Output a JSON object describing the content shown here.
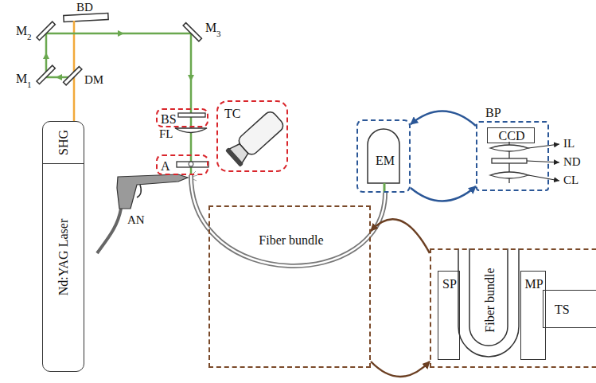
{
  "diagram": {
    "nodes": [
      {
        "text": [
          "SHG",
          "Nd:YAG Laser"
        ]
      },
      {
        "text": [
          "BS"
        ]
      },
      {
        "text": [
          "TC"
        ]
      },
      {
        "text": [
          "A"
        ]
      },
      {
        "text": [
          "EM"
        ]
      },
      {
        "text": [
          "BP"
        ]
      },
      {
        "text": [
          "CCD"
        ],
        "in": 5
      },
      {
        "text": [
          "Fiber bundle"
        ]
      },
      {
        "text": [
          "Fiber bundle"
        ]
      },
      {
        "text": [
          "SP"
        ],
        "in": 8
      },
      {
        "text": [
          "MP"
        ],
        "in": 8
      },
      {
        "text": [
          "TS"
        ],
        "in": 8
      }
    ],
    "edges": [
      {
        "from": 5,
        "to": 4,
        "arrow": "to"
      },
      {
        "from": 4,
        "to": 5,
        "arrow": "to"
      },
      {
        "from": 8,
        "to": 7,
        "arrow": "to"
      },
      {
        "from": 7,
        "to": 8,
        "arrow": "to"
      }
    ],
    "labels": [
      "BD",
      "M",
      "2",
      "M",
      "3",
      "M",
      "1",
      "DM",
      "FL",
      "AN",
      "IL",
      "ND",
      "CL"
    ]
  }
}
